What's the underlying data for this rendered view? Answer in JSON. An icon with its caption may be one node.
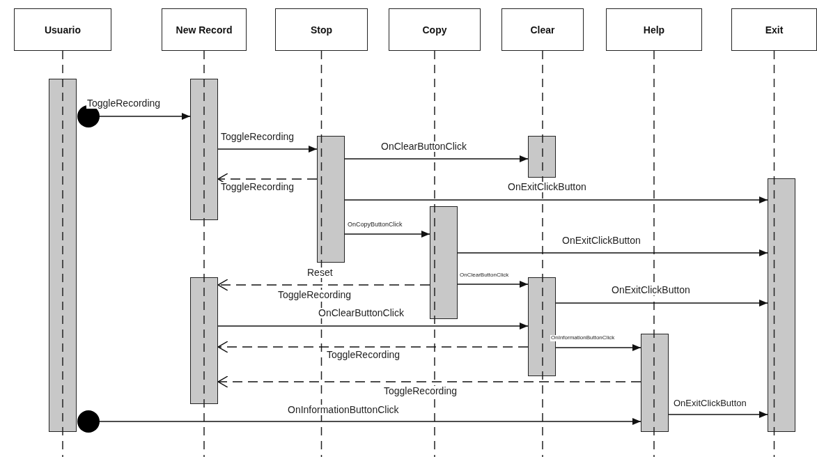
{
  "diagram": {
    "nodes": [
      {
        "text": [
          "Usuario"
        ]
      },
      {
        "text": [
          "New Record"
        ]
      },
      {
        "text": [
          "Stop"
        ]
      },
      {
        "text": [
          "Copy"
        ]
      },
      {
        "text": [
          "Clear"
        ]
      },
      {
        "text": [
          "Help"
        ]
      },
      {
        "text": [
          "Exit"
        ]
      },
      {
        "text": [],
        "shape": "bar"
      },
      {
        "text": [],
        "shape": "bar"
      },
      {
        "text": [],
        "shape": "bar"
      },
      {
        "text": [],
        "shape": "bar"
      },
      {
        "text": [],
        "shape": "bar"
      },
      {
        "text": [],
        "shape": "bar"
      },
      {
        "text": [],
        "shape": "bar"
      },
      {
        "text": [],
        "shape": "bar"
      },
      {
        "text": [],
        "shape": "bar"
      },
      {
        "text": [],
        "shape": "circle"
      },
      {
        "text": [],
        "shape": "circle"
      }
    ],
    "edges": [
      {
        "from": 16,
        "to": 8,
        "arrow": "to",
        "label": "ToggleRecording"
      },
      {
        "from": 8,
        "to": 9,
        "arrow": "to",
        "label": "ToggleRecording"
      },
      {
        "from": 9,
        "to": 10,
        "arrow": "to",
        "label": "OnClearButtonClick"
      },
      {
        "from": 9,
        "to": 8,
        "arrow": "to",
        "label": "ToggleRecording",
        "style": "dashed"
      },
      {
        "from": 9,
        "to": 11,
        "arrow": "to",
        "label": "OnExitClickButton"
      },
      {
        "from": 9,
        "to": 12,
        "arrow": "to",
        "label": "OnCopyButtonClick"
      },
      {
        "from": 12,
        "to": 11,
        "arrow": "to",
        "label": "OnExitClickButton"
      },
      {
        "from": 12,
        "to": 14,
        "arrow": "to",
        "label": "OnClearButtonClick"
      },
      {
        "from": 12,
        "to": 13,
        "arrow": "to",
        "label": "ToggleRecording",
        "style": "dashed"
      },
      {
        "from": 14,
        "to": 11,
        "arrow": "to",
        "label": "OnExitClickButton"
      },
      {
        "from": 13,
        "to": 14,
        "arrow": "to",
        "label": "OnClearButtonClick"
      },
      {
        "from": 14,
        "to": 13,
        "arrow": "to",
        "label": "ToggleRecording",
        "style": "dashed"
      },
      {
        "from": 14,
        "to": 15,
        "arrow": "to",
        "label": "OnInformationButtonClick"
      },
      {
        "from": 15,
        "to": 13,
        "arrow": "to",
        "label": "ToggleRecording",
        "style": "dashed"
      },
      {
        "from": 15,
        "to": 11,
        "arrow": "to",
        "label": "OnExitClickButton"
      },
      {
        "from": 17,
        "to": 15,
        "arrow": "to",
        "label": "OnInformationButtonClick"
      }
    ],
    "labels": [
      "Reset"
    ]
  }
}
